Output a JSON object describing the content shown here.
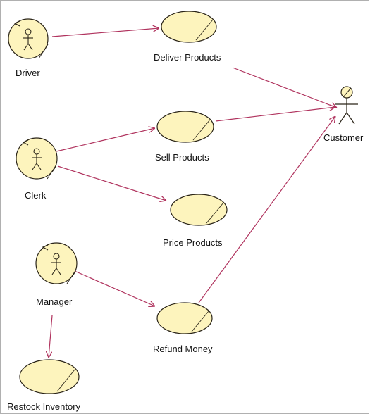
{
  "colors": {
    "usecase_fill": "#fdf4bd",
    "usecase_stroke": "#2a2418",
    "arrow": "#b0335e",
    "frame": "#b0b0b0",
    "text": "#111111"
  },
  "actors": {
    "driver": {
      "label": "Driver",
      "icon": "business-actor-icon"
    },
    "clerk": {
      "label": "Clerk",
      "icon": "business-actor-icon"
    },
    "manager": {
      "label": "Manager",
      "icon": "business-actor-icon"
    },
    "customer": {
      "label": "Customer",
      "icon": "actor-stick-figure-icon"
    }
  },
  "usecases": {
    "deliver": {
      "label": "Deliver Products"
    },
    "sell": {
      "label": "Sell Products"
    },
    "price": {
      "label": "Price Products"
    },
    "refund": {
      "label": "Refund Money"
    },
    "restock": {
      "label": "Restock Inventory"
    }
  },
  "associations": [
    {
      "from": "Driver",
      "to": "Deliver Products"
    },
    {
      "from": "Deliver Products",
      "to": "Customer"
    },
    {
      "from": "Clerk",
      "to": "Sell Products"
    },
    {
      "from": "Clerk",
      "to": "Price Products"
    },
    {
      "from": "Sell Products",
      "to": "Customer"
    },
    {
      "from": "Manager",
      "to": "Refund Money"
    },
    {
      "from": "Refund Money",
      "to": "Customer"
    },
    {
      "from": "Manager",
      "to": "Restock Inventory"
    }
  ]
}
